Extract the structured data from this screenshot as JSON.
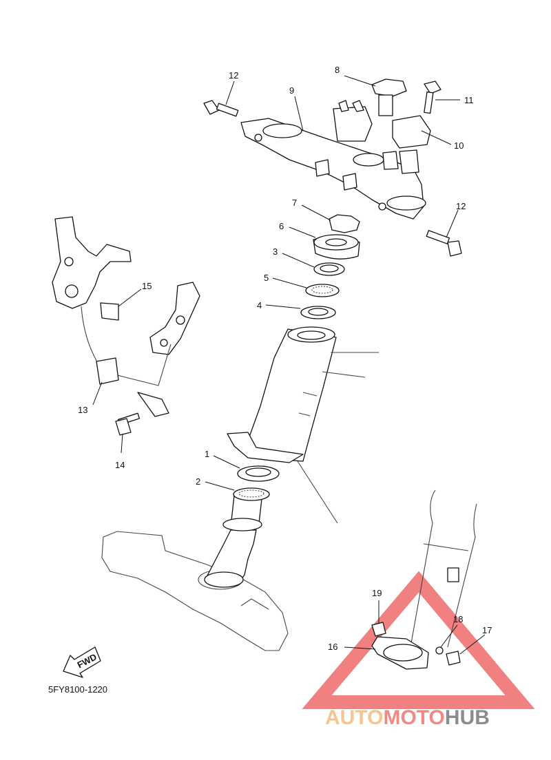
{
  "diagram_code": "5FY8100-1220",
  "fwd_label": "FWD",
  "watermark": {
    "text_parts": [
      "AUTO",
      "MOTO",
      "HUB"
    ],
    "colors": {
      "auto": "#f6c48e",
      "moto": "#f08a84",
      "hub": "#8c8c8c",
      "triangle": "#ef6b6b"
    }
  },
  "callouts": [
    {
      "id": "c12a",
      "label": "12"
    },
    {
      "id": "c8",
      "label": "8"
    },
    {
      "id": "c9",
      "label": "9"
    },
    {
      "id": "c11",
      "label": "11"
    },
    {
      "id": "c10",
      "label": "10"
    },
    {
      "id": "c12b",
      "label": "12"
    },
    {
      "id": "c7",
      "label": "7"
    },
    {
      "id": "c6",
      "label": "6"
    },
    {
      "id": "c3",
      "label": "3"
    },
    {
      "id": "c5",
      "label": "5"
    },
    {
      "id": "c4",
      "label": "4"
    },
    {
      "id": "c15",
      "label": "15"
    },
    {
      "id": "c13",
      "label": "13"
    },
    {
      "id": "c14",
      "label": "14"
    },
    {
      "id": "c1",
      "label": "1"
    },
    {
      "id": "c2",
      "label": "2"
    },
    {
      "id": "c19",
      "label": "19"
    },
    {
      "id": "c18",
      "label": "18"
    },
    {
      "id": "c17",
      "label": "17"
    },
    {
      "id": "c16",
      "label": "16"
    }
  ]
}
